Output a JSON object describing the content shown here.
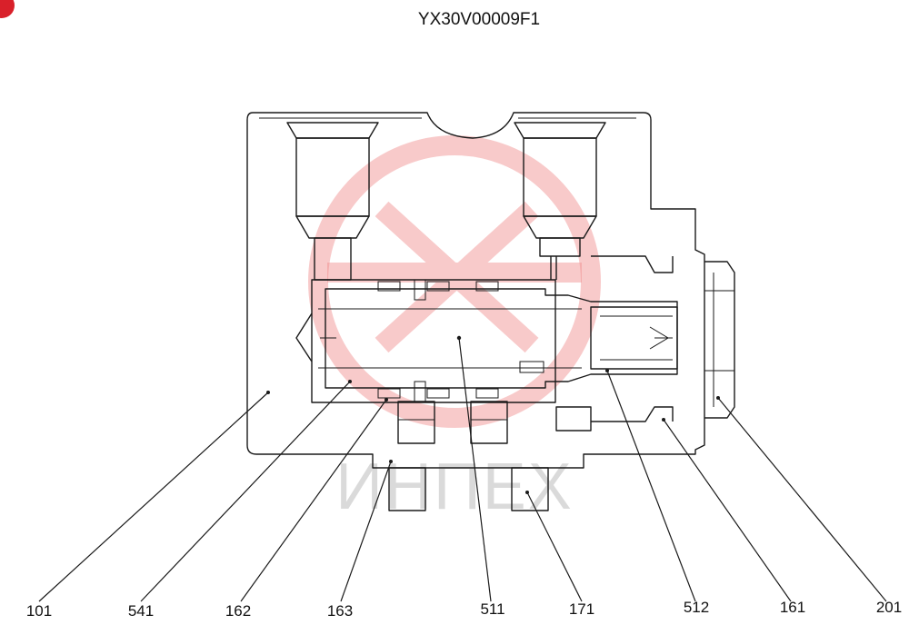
{
  "drawing_code": "YX30V00009F1",
  "watermark_text": "ИНПЕХ",
  "callouts": [
    "101",
    "541",
    "162",
    "163",
    "511",
    "171",
    "512",
    "161",
    "201"
  ],
  "colors": {
    "watermark_red": "#f08a8a",
    "badge_red": "#d9202a"
  }
}
